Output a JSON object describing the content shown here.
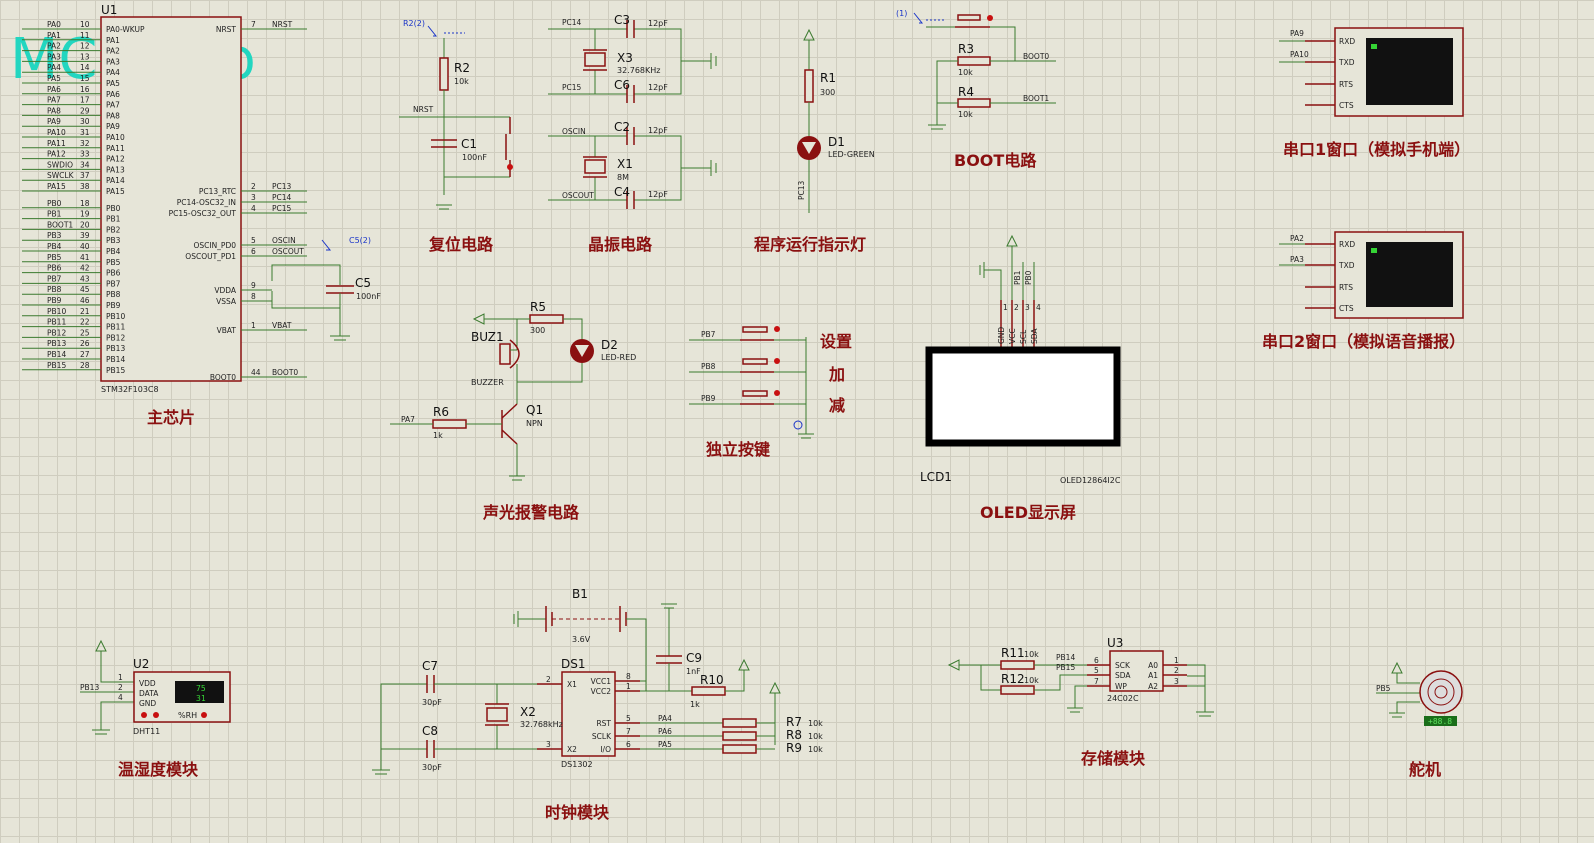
{
  "watermark": "MCUclub",
  "sections": {
    "main": "主芯片",
    "reset": "复位电路",
    "crystal": "晶振电路",
    "led_ind": "程序运行指示灯",
    "boot": "BOOT电路",
    "uart1": "串口1窗口（模拟手机端）",
    "uart2": "串口2窗口（模拟语音播报）",
    "alarm": "声光报警电路",
    "keys": "独立按键",
    "oled": "OLED显示屏",
    "dht": "温湿度模块",
    "clock": "时钟模块",
    "storage": "存储模块",
    "servo": "舵机"
  },
  "key_labels": [
    "设置",
    "加",
    "减"
  ],
  "mcu": {
    "ref": "U1",
    "part": "STM32F103C8",
    "left_pins": [
      {
        "net": "PA0",
        "num": "10",
        "name": "PA0-WKUP"
      },
      {
        "net": "PA1",
        "num": "11",
        "name": "PA1"
      },
      {
        "net": "PA2",
        "num": "12",
        "name": "PA2"
      },
      {
        "net": "PA3",
        "num": "13",
        "name": "PA3"
      },
      {
        "net": "PA4",
        "num": "14",
        "name": "PA4"
      },
      {
        "net": "PA5",
        "num": "15",
        "name": "PA5"
      },
      {
        "net": "PA6",
        "num": "16",
        "name": "PA6"
      },
      {
        "net": "PA7",
        "num": "17",
        "name": "PA7"
      },
      {
        "net": "PA8",
        "num": "29",
        "name": "PA8"
      },
      {
        "net": "PA9",
        "num": "30",
        "name": "PA9"
      },
      {
        "net": "PA10",
        "num": "31",
        "name": "PA10"
      },
      {
        "net": "PA11",
        "num": "32",
        "name": "PA11"
      },
      {
        "net": "PA12",
        "num": "33",
        "name": "PA12"
      },
      {
        "net": "SWDIO",
        "num": "34",
        "name": "PA13"
      },
      {
        "net": "SWCLK",
        "num": "37",
        "name": "PA14"
      },
      {
        "net": "PA15",
        "num": "38",
        "name": "PA15"
      },
      {
        "net": "PB0",
        "num": "18",
        "name": "PB0"
      },
      {
        "net": "PB1",
        "num": "19",
        "name": "PB1"
      },
      {
        "net": "BOOT1",
        "num": "20",
        "name": "PB2"
      },
      {
        "net": "PB3",
        "num": "39",
        "name": "PB3"
      },
      {
        "net": "PB4",
        "num": "40",
        "name": "PB4"
      },
      {
        "net": "PB5",
        "num": "41",
        "name": "PB5"
      },
      {
        "net": "PB6",
        "num": "42",
        "name": "PB6"
      },
      {
        "net": "PB7",
        "num": "43",
        "name": "PB7"
      },
      {
        "net": "PB8",
        "num": "45",
        "name": "PB8"
      },
      {
        "net": "PB9",
        "num": "46",
        "name": "PB9"
      },
      {
        "net": "PB10",
        "num": "21",
        "name": "PB10"
      },
      {
        "net": "PB11",
        "num": "22",
        "name": "PB11"
      },
      {
        "net": "PB12",
        "num": "25",
        "name": "PB12"
      },
      {
        "net": "PB13",
        "num": "26",
        "name": "PB13"
      },
      {
        "net": "PB14",
        "num": "27",
        "name": "PB14"
      },
      {
        "net": "PB15",
        "num": "28",
        "name": "PB15"
      }
    ],
    "right_pins": [
      {
        "name": "NRST",
        "num": "7",
        "net": "NRST"
      },
      {
        "name": "PC13_RTC",
        "num": "2",
        "net": "PC13"
      },
      {
        "name": "PC14-OSC32_IN",
        "num": "3",
        "net": "PC14"
      },
      {
        "name": "PC15-OSC32_OUT",
        "num": "4",
        "net": "PC15"
      },
      {
        "name": "OSCIN_PD0",
        "num": "5",
        "net": "OSCIN"
      },
      {
        "name": "OSCOUT_PD1",
        "num": "6",
        "net": "OSCOUT"
      },
      {
        "name": "VDDA",
        "num": "9",
        "net": ""
      },
      {
        "name": "VSSA",
        "num": "8",
        "net": ""
      },
      {
        "name": "VBAT",
        "num": "1",
        "net": "VBAT"
      },
      {
        "name": "BOOT0",
        "num": "44",
        "net": "BOOT0"
      }
    ]
  },
  "reset": {
    "probe": "R2(2)",
    "r_ref": "R2",
    "r_val": "10k",
    "c_ref": "C1",
    "c_val": "100nF",
    "net": "NRST"
  },
  "c5": {
    "probe": "C5(2)",
    "ref": "C5",
    "val": "100nF"
  },
  "crystal": {
    "c3": "C3",
    "c3v": "12pF",
    "x3": "X3",
    "x3v": "32.768KHz",
    "c6": "C6",
    "c6v": "12pF",
    "c2": "C2",
    "c2v": "12pF",
    "x1": "X1",
    "x1v": "8M",
    "c4": "C4",
    "c4v": "12pF",
    "pc14": "PC14",
    "pc15": "PC15",
    "oscin": "OSCIN",
    "oscout": "OSCOUT"
  },
  "ledind": {
    "r": "R1",
    "rv": "300",
    "d": "D1",
    "dv": "LED-GREEN",
    "net": "PC13"
  },
  "boot": {
    "probe": "(1)",
    "r3": "R3",
    "r3v": "10k",
    "r4": "R4",
    "r4v": "10k",
    "n0": "BOOT0",
    "n1": "BOOT1"
  },
  "uart1": {
    "rxd": "RXD",
    "txd": "TXD",
    "rts": "RTS",
    "cts": "CTS",
    "n1": "PA9",
    "n2": "PA10"
  },
  "uart2": {
    "rxd": "RXD",
    "txd": "TXD",
    "rts": "RTS",
    "cts": "CTS",
    "n1": "PA2",
    "n2": "PA3"
  },
  "alarm": {
    "buz": "BUZ1",
    "buzv": "BUZZER",
    "r5": "R5",
    "r5v": "300",
    "d2": "D2",
    "d2v": "LED-RED",
    "r6": "R6",
    "r6v": "1k",
    "q": "Q1",
    "qv": "NPN",
    "pa7": "PA7"
  },
  "keys": {
    "pb7": "PB7",
    "pb8": "PB8",
    "pb9": "PB9"
  },
  "oled": {
    "ref": "LCD1",
    "part": "OLED12864I2C",
    "pins": [
      "GND",
      "VCC",
      "SCL",
      "SDA"
    ],
    "nums": [
      "1",
      "2",
      "3",
      "4"
    ],
    "nets": [
      "PB1",
      "PB0"
    ]
  },
  "dht": {
    "ref": "U2",
    "part": "DHT11",
    "pins": [
      "VDD",
      "DATA",
      "GND"
    ],
    "nums": [
      "1",
      "2",
      "4"
    ],
    "net": "PB13",
    "t": "75",
    "h": "31",
    "rh": "%RH"
  },
  "clock": {
    "b1": "B1",
    "b1v": "3.6V",
    "c7": "C7",
    "c7v": "30pF",
    "c8": "C8",
    "c8v": "30pF",
    "x2": "X2",
    "x2v": "32.768kHz",
    "c9": "C9",
    "c9v": "1nF",
    "r10": "R10",
    "r10v": "1k",
    "ds": "DS1",
    "dsv": "DS1302",
    "pinsL": [
      "X1",
      "X2"
    ],
    "numsL": [
      "2",
      "3"
    ],
    "pinsR": [
      "VCC1",
      "VCC2",
      "RST",
      "SCLK",
      "I/O"
    ],
    "numsR": [
      "8",
      "1",
      "5",
      "7",
      "6"
    ],
    "nets": [
      "PA4",
      "PA6",
      "PA5"
    ],
    "r7": "R7",
    "r8": "R8",
    "r9": "R9",
    "rv": "10k"
  },
  "storage": {
    "r11": "R11",
    "r11v": "10k",
    "r12": "R12",
    "r12v": "10k",
    "u3": "U3",
    "u3v": "24C02C",
    "pinsL": [
      "SCK",
      "SDA",
      "WP"
    ],
    "numsL": [
      "6",
      "5",
      "7"
    ],
    "pinsR": [
      "A0",
      "A1",
      "A2"
    ],
    "numsR": [
      "1",
      "2",
      "3"
    ],
    "n1": "PB14",
    "n2": "PB15"
  },
  "servo": {
    "net": "PB5",
    "readout": "+88.8"
  }
}
